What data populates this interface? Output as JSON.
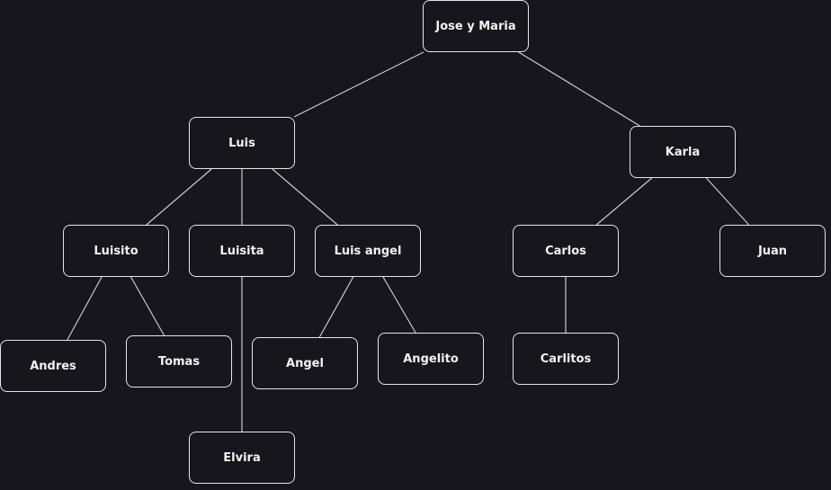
{
  "diagram": {
    "colors": {
      "background": "#18161d",
      "node_border": "#e6e6e6",
      "edge": "#c9c9c9",
      "text": "#f2f2f2"
    },
    "nodes": {
      "jose_y_maria": "Jose y Maria",
      "luis": "Luis",
      "karla": "Karla",
      "luisito": "Luisito",
      "luisita": "Luisita",
      "luis_angel": "Luis angel",
      "carlos": "Carlos",
      "juan": "Juan",
      "andres": "Andres",
      "tomas": "Tomas",
      "angel": "Angel",
      "angelito": "Angelito",
      "carlitos": "Carlitos",
      "elvira": "Elvira"
    },
    "edges": [
      [
        "jose_y_maria",
        "luis"
      ],
      [
        "jose_y_maria",
        "karla"
      ],
      [
        "luis",
        "luisito"
      ],
      [
        "luis",
        "luisita"
      ],
      [
        "luis",
        "luis_angel"
      ],
      [
        "karla",
        "carlos"
      ],
      [
        "karla",
        "juan"
      ],
      [
        "luisito",
        "andres"
      ],
      [
        "luisito",
        "tomas"
      ],
      [
        "luisita",
        "elvira"
      ],
      [
        "luis_angel",
        "angel"
      ],
      [
        "luis_angel",
        "angelito"
      ],
      [
        "carlos",
        "carlitos"
      ]
    ]
  }
}
